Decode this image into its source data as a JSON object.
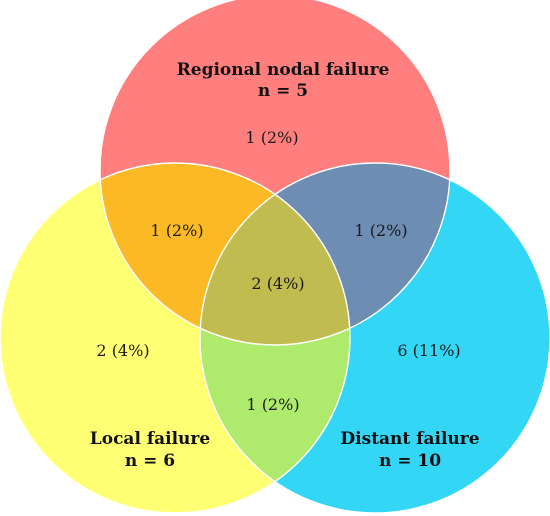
{
  "sets": {
    "regional": {
      "title": "Regional nodal failure",
      "count": "n = 5",
      "color": "#ff7f7f"
    },
    "local": {
      "title": "Local failure",
      "count": "n = 6",
      "color": "#ffff73"
    },
    "distant": {
      "title": "Distant failure",
      "count": "n = 10",
      "color": "#33d6f5"
    }
  },
  "overlap_colors": {
    "regional_local": "#fbba25",
    "regional_distant": "#6d8db3",
    "local_distant": "#aeeb6d",
    "all_three": "#c1bc4f"
  },
  "regions": {
    "regional_only": "1 (2%)",
    "local_only": "2 (4%)",
    "distant_only": "6 (11%)",
    "regional_local": "1 (2%)",
    "regional_distant": "1 (2%)",
    "local_distant": "1 (2%)",
    "all_three": "2 (4%)"
  }
}
